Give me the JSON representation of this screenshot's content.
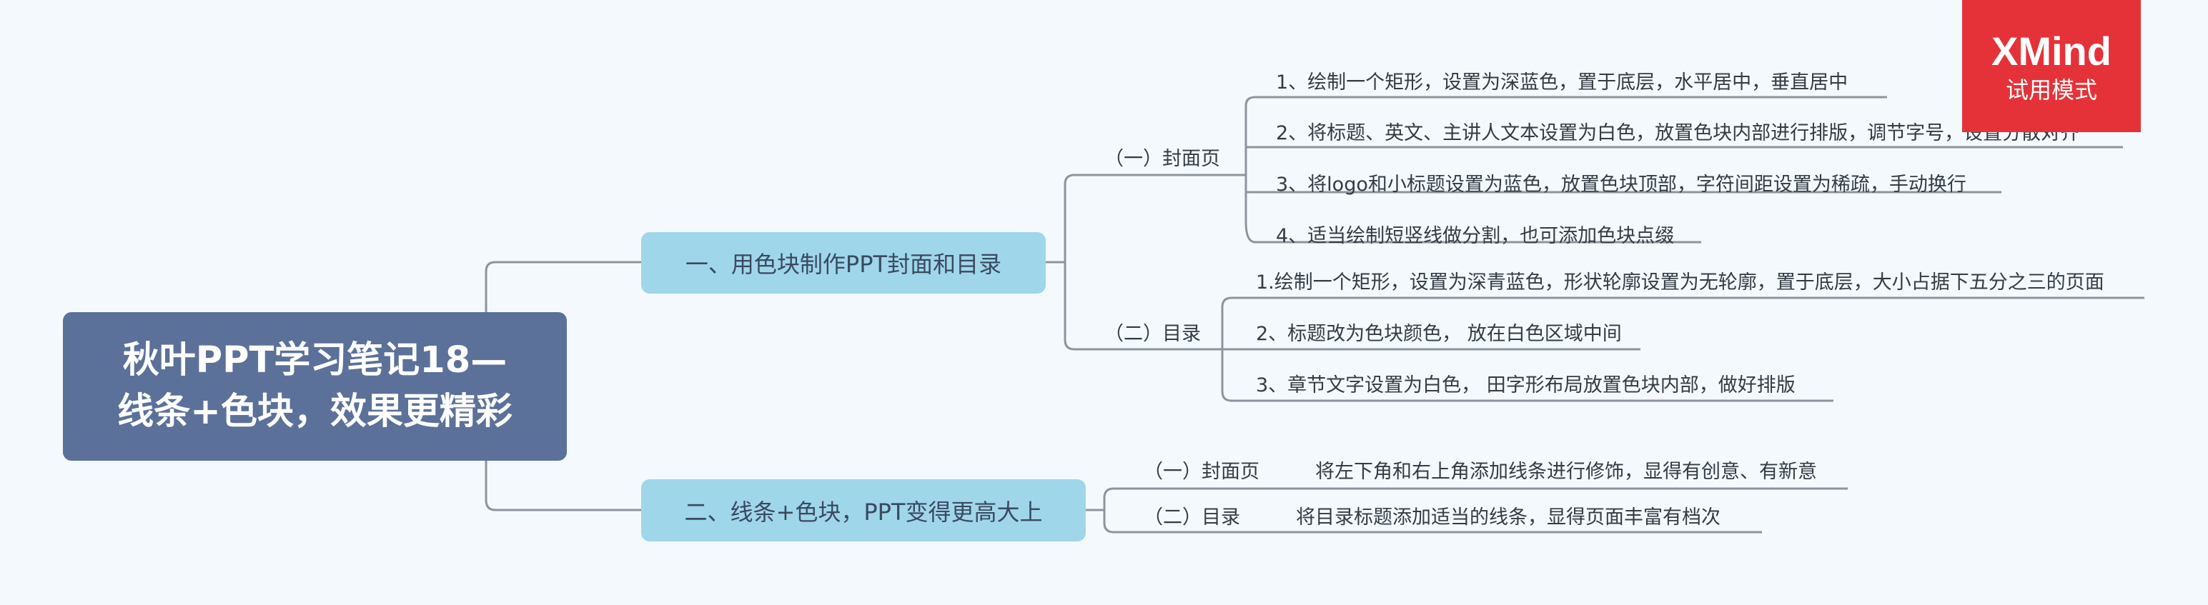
{
  "root": {
    "line1": "秋叶PPT学习笔记18—",
    "line2": "线条+色块，效果更精彩"
  },
  "branches": [
    {
      "label": "一、用色块制作PPT封面和目录",
      "subs": [
        {
          "label": "（一）封面页",
          "items": [
            "1、绘制一个矩形，设置为深蓝色，置于底层，水平居中，垂直居中",
            "2、将标题、英文、主讲人文本设置为白色，放置色块内部进行排版，调节字号，设置分散对齐",
            "3、将logo和小标题设置为蓝色，放置色块顶部，字符间距设置为稀疏，手动换行",
            "4、适当绘制短竖线做分割，也可添加色块点缀"
          ]
        },
        {
          "label": "（二）目录",
          "items": [
            "1.绘制一个矩形，设置为深青蓝色，形状轮廓设置为无轮廓，置于底层，大小占据下五分之三的页面",
            "2、标题改为色块颜色， 放在白色区域中间",
            "3、章节文字设置为白色， 田字形布局放置色块内部，做好排版"
          ]
        }
      ]
    },
    {
      "label": "二、线条+色块，PPT变得更高大上",
      "subs": [
        {
          "label": "（一）封面页",
          "items": [
            "将左下角和右上角添加线条进行修饰，显得有创意、有新意"
          ]
        },
        {
          "label": "（二）目录",
          "items": [
            "将目录标题添加适当的线条，显得页面丰富有档次"
          ]
        }
      ]
    }
  ],
  "watermark": {
    "brand": "XMind",
    "mode": "试用模式"
  },
  "colors": {
    "background": "#f4f9fd",
    "root": "#5b7199",
    "main": "#9fd6ea",
    "line": "#8c959e",
    "watermark": "#e53238"
  }
}
